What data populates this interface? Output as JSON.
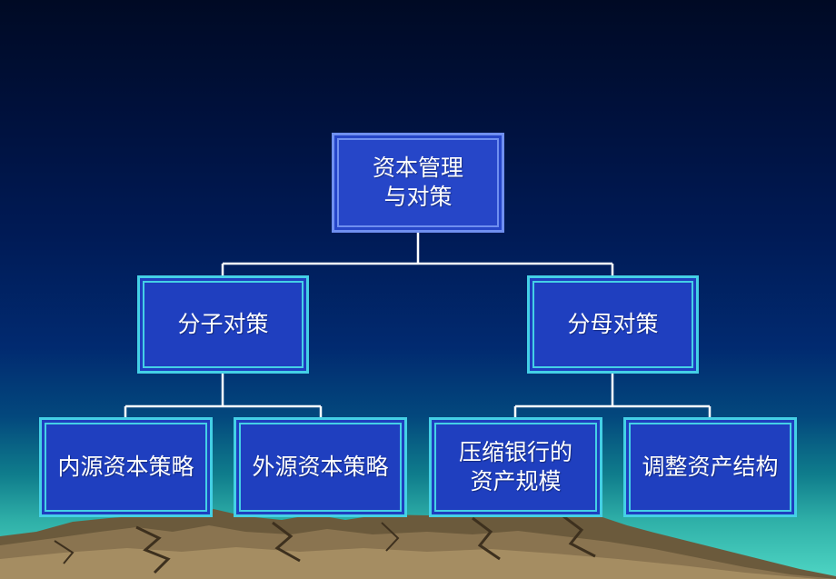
{
  "diagram": {
    "root": {
      "label": "资本管理\n与对策"
    },
    "level2": [
      {
        "label": "分子对策"
      },
      {
        "label": "分母对策"
      }
    ],
    "level3": [
      {
        "label": "内源资本策略"
      },
      {
        "label": "外源资本策略"
      },
      {
        "label": "压缩银行的\n资产规模"
      },
      {
        "label": "调整资产结构"
      }
    ]
  },
  "colors": {
    "node_fill": "#1f3fbf",
    "node_border": "#44d0e6",
    "root_border": "#6f8ff0",
    "connector": "#ffffff"
  }
}
